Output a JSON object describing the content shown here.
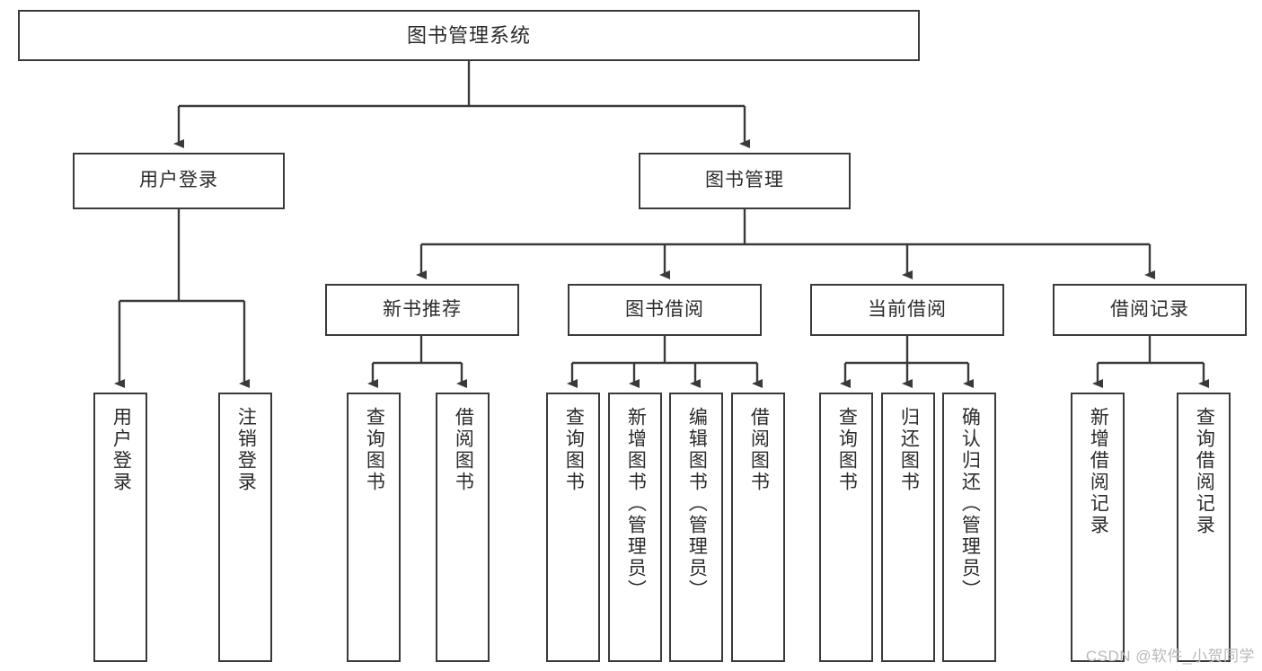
{
  "diagram": {
    "title_node": {
      "label": "图书管理系统"
    },
    "level2": [
      {
        "label": "用户登录"
      },
      {
        "label": "图书管理"
      }
    ],
    "level3": [
      {
        "label": "新书推荐"
      },
      {
        "label": "图书借阅"
      },
      {
        "label": "当前借阅"
      },
      {
        "label": "借阅记录"
      }
    ],
    "leaves": {
      "user_login": [
        {
          "label": "用户登录"
        },
        {
          "label": "注销登录"
        }
      ],
      "new_book_recommend": [
        {
          "label": "查询图书"
        },
        {
          "label": "借阅图书"
        }
      ],
      "book_borrow": [
        {
          "label": "查询图书"
        },
        {
          "label": "新增图书（管理员）"
        },
        {
          "label": "编辑图书（管理员）"
        },
        {
          "label": "借阅图书"
        }
      ],
      "current_borrow": [
        {
          "label": "查询图书"
        },
        {
          "label": "归还图书"
        },
        {
          "label": "确认归还（管理员）"
        }
      ],
      "borrow_record": [
        {
          "label": "新增借阅记录"
        },
        {
          "label": "查询借阅记录"
        }
      ]
    }
  },
  "watermark": {
    "text": "CSDN @软件_小贺同学"
  },
  "colors": {
    "border": "#3a3a3a",
    "text": "#2b2b2b",
    "background": "#ffffff",
    "watermark": "#b9b9b9"
  }
}
